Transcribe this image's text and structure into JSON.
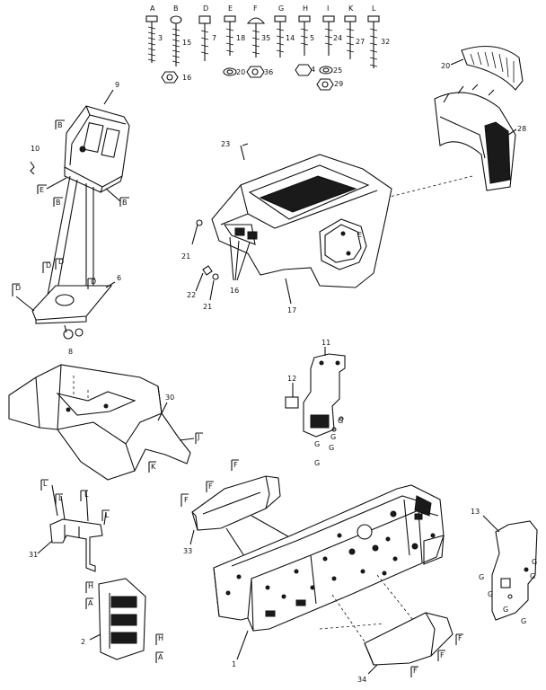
{
  "hardware": [
    {
      "letter": "A",
      "qty": "3"
    },
    {
      "letter": "B",
      "qty": "15"
    },
    {
      "letter": "D",
      "qty": "7"
    },
    {
      "letter": "E",
      "qty": "18"
    },
    {
      "letter": "F",
      "qty": "35"
    },
    {
      "letter": "G",
      "qty": "14"
    },
    {
      "letter": "H",
      "qty": "5"
    },
    {
      "letter": "I",
      "qty": "24"
    },
    {
      "letter": "K",
      "qty": "27"
    },
    {
      "letter": "L",
      "qty": "32"
    }
  ],
  "nut_labels": [
    "16",
    "20",
    "36",
    "4",
    "25",
    "29"
  ],
  "parts": {
    "p1": "1",
    "p2": "2",
    "p6": "6",
    "p8": "8",
    "p9": "9",
    "p10": "10",
    "p11": "11",
    "p12": "12",
    "p13": "13",
    "p16": "16",
    "p17": "17",
    "p20": "20",
    "p21a": "21",
    "p21b": "21",
    "p22": "22",
    "p23": "23",
    "p28": "28",
    "p30": "30",
    "p31": "31",
    "p33": "33",
    "p34": "34"
  },
  "letter_tags": {
    "B": "B",
    "D": "D",
    "E": "E",
    "F": "F",
    "G": "G",
    "H": "H",
    "I": "I",
    "J": "J",
    "K": "K",
    "L": "L",
    "A": "A"
  }
}
